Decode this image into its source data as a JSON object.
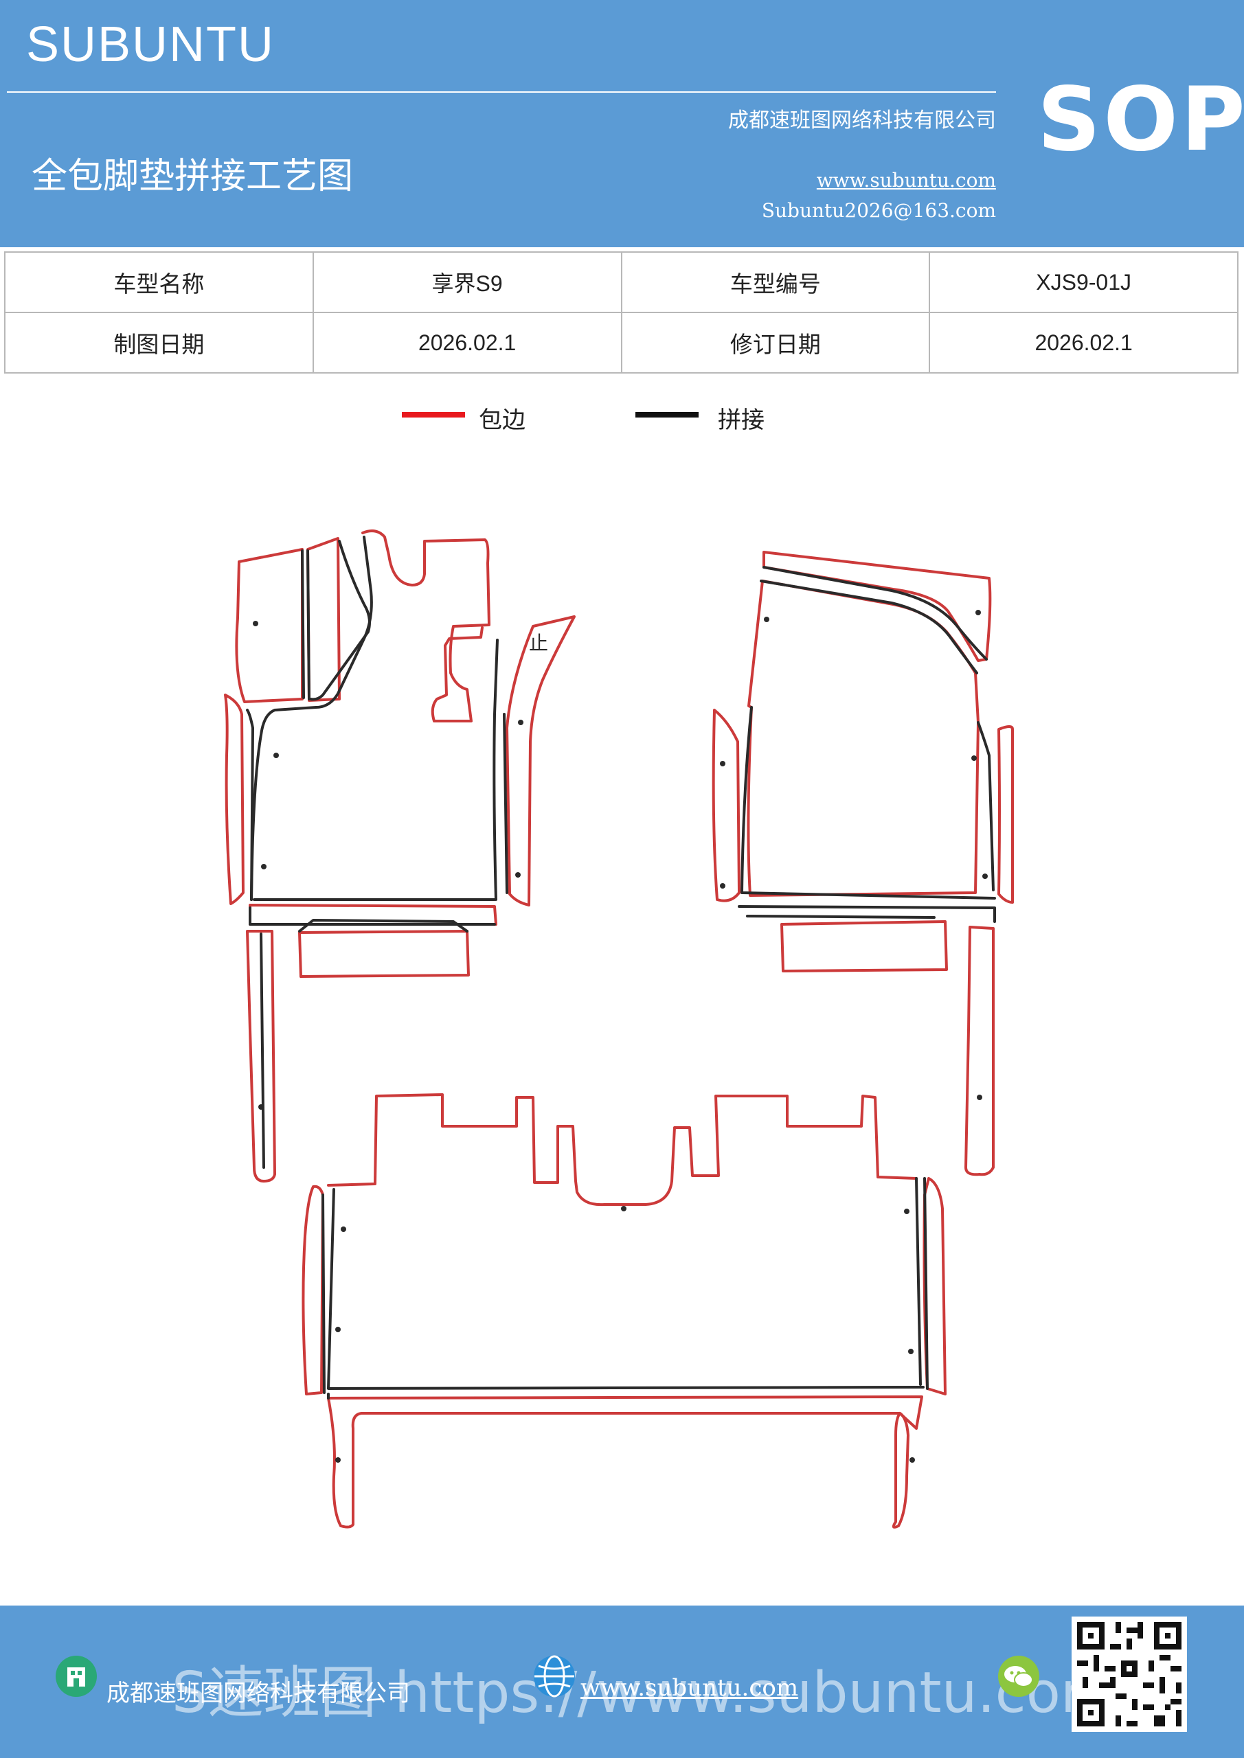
{
  "header": {
    "brand": "SUBUNTU",
    "company": "成都速班图网络科技有限公司",
    "title": "全包脚垫拼接工艺图",
    "website": "www.subuntu.com",
    "email": "Subuntu2026@163.com",
    "badge": "SOP"
  },
  "info": {
    "row1": [
      "车型名称",
      "享界S9",
      "车型编号",
      "XJS9-01J"
    ],
    "row2": [
      "制图日期",
      "2026.02.1",
      "修订日期",
      "2026.02.1"
    ]
  },
  "legend": [
    {
      "label": "包边",
      "color": "#e8191e"
    },
    {
      "label": "拼接",
      "color": "#111111"
    }
  ],
  "diagram": {
    "mark_label": "止",
    "edge_color": "#cc3a3a",
    "seam_color": "#2a2a2a"
  },
  "footer": {
    "company": "成都速班图网络科技有限公司",
    "website": "www.subuntu.com",
    "watermark": "S速班图 https://www.subuntu.com"
  }
}
